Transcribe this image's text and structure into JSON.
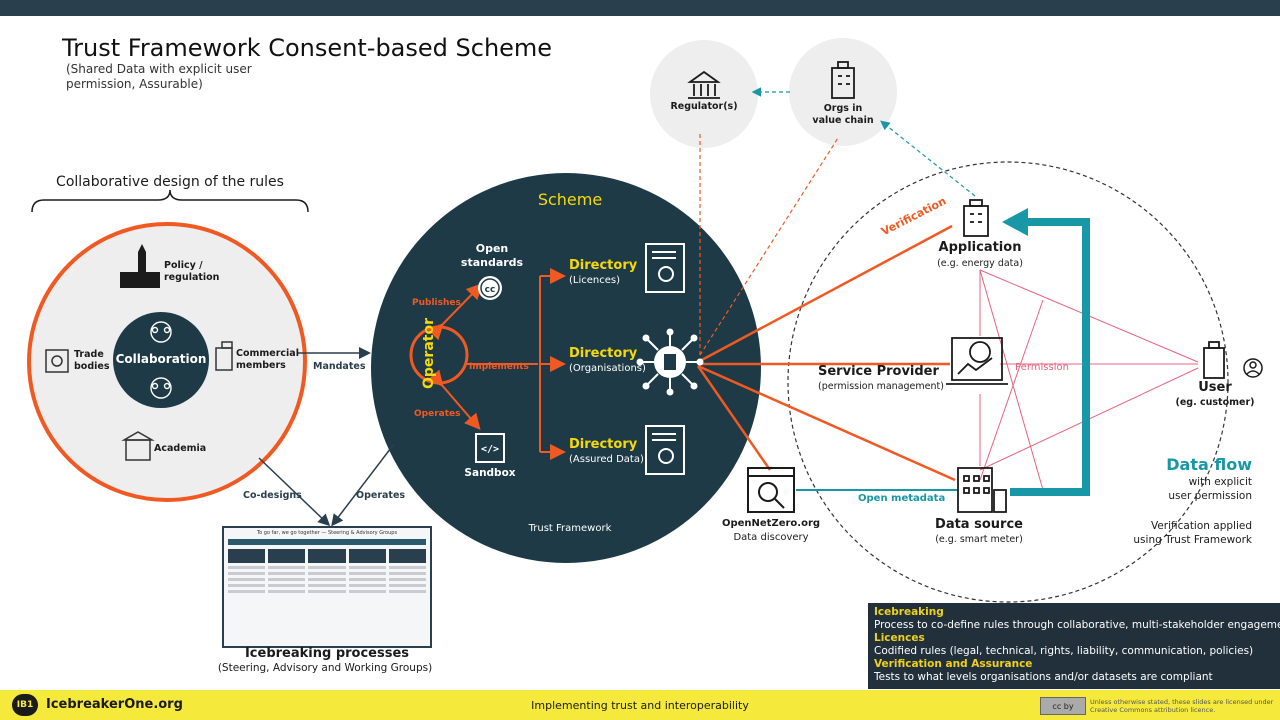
{
  "header": {
    "title": "Trust Framework Consent-based Scheme",
    "subtitle": "(Shared Data with explicit user permission, Assurable)"
  },
  "collab": {
    "heading": "Collaborative design of the rules",
    "center": "Collaboration",
    "policy": "Policy /\nregulation",
    "trade": "Trade\nbodies",
    "commercial": "Commercial\nmembers",
    "academia": "Academia"
  },
  "links": {
    "mandates": "Mandates",
    "codesigns": "Co-designs",
    "operates_left": "Operates"
  },
  "scheme": {
    "title": "Scheme",
    "operator": "Operator",
    "publishes": "Publishes",
    "implements": "Implements",
    "operates": "Operates",
    "open_standards": "Open\nstandards",
    "sandbox": "Sandbox",
    "dir_title": "Directory",
    "dir1_sub": "(Licences)",
    "dir2_sub": "(Organisations)",
    "dir3_sub": "(Assured Data)",
    "footer": "Trust Framework"
  },
  "icebreaking": {
    "title": "Icebreaking processes",
    "subtitle": "(Steering, Advisory and Working Groups)",
    "thumb_title": "To go far, we go together — Steering & Advisory Groups"
  },
  "external": {
    "regulator": "Regulator(s)",
    "orgs": "Orgs in\nvalue chain"
  },
  "ecosystem": {
    "verification": "Verification",
    "application": "Application",
    "application_sub": "(e.g. energy data)",
    "service_provider": "Service Provider",
    "service_provider_sub": "(permission management)",
    "permission": "Permission",
    "user": "User",
    "user_sub": "(eg. customer)",
    "data_source": "Data source",
    "data_source_sub": "(e.g. smart meter)",
    "open_metadata": "Open metadata",
    "opennetzero": "OpenNetZero.org",
    "opennetzero_sub": "Data discovery",
    "dataflow": "Data flow",
    "dataflow_sub1": "with explicit",
    "dataflow_sub2": "user permission",
    "verif_applied1": "Verification applied",
    "verif_applied2": "using Trust Framework"
  },
  "legend": [
    {
      "heading": "Icebreaking",
      "text": "Process to co-define rules through collaborative, multi-stakeholder engagement"
    },
    {
      "heading": "Licences",
      "text": "Codified rules (legal, technical, rights, liability, communication, policies)"
    },
    {
      "heading": "Verification and Assurance",
      "text": "Tests to what levels organisations and/or datasets are compliant"
    }
  ],
  "footer": {
    "logo": "IB1",
    "brand": "IcebreakerOne.org",
    "center": "Implementing trust and interoperability",
    "cc_badge": "cc by",
    "license": "Unless otherwise stated, these slides are licensed under Creative Commons attribution licence."
  },
  "colors": {
    "navy": "#1e3a47",
    "orange": "#f05a22",
    "yellow": "#f5d90a",
    "teal": "#1898a6",
    "pink": "#e8637f",
    "light_grey": "#eeeeee"
  }
}
